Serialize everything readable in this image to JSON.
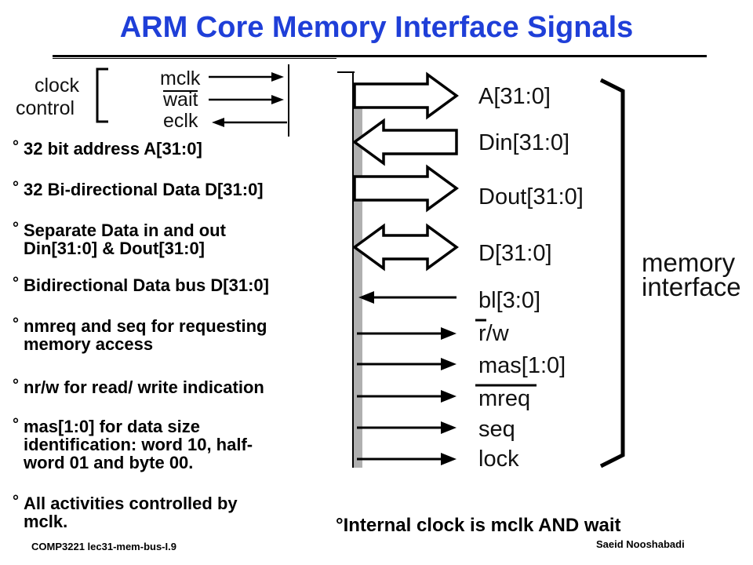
{
  "title": "ARM Core Memory Interface Signals",
  "clock_group": {
    "label_line1": "clock",
    "label_line2": "control",
    "signals": [
      "mclk",
      "wait",
      "eclk"
    ]
  },
  "bus_signals": [
    "A[31:0]",
    "Din[31:0]",
    "Dout[31:0]",
    "D[31:0]",
    "bl[3:0]",
    "r/w",
    "mas[1:0]",
    "mreq",
    "seq",
    "lock"
  ],
  "memory_label": {
    "line1": "memory",
    "line2": "interface"
  },
  "bullets": [
    {
      "mark": "°",
      "lines": [
        "32 bit address A[31:0]"
      ]
    },
    {
      "mark": "°",
      "lines": [
        "32 Bi-directional Data D[31:0]"
      ]
    },
    {
      "mark": "°",
      "lines": [
        "Separate Data in and out",
        "Din[31:0] & Dout[31:0]"
      ]
    },
    {
      "mark": "°",
      "lines": [
        "Bidirectional Data bus D[31:0]"
      ]
    },
    {
      "mark": "°",
      "lines": [
        "nmreq and seq for requesting",
        "memory access"
      ]
    },
    {
      "mark": "°",
      "lines": [
        "nr/w for read/ write indication"
      ]
    },
    {
      "mark": "°",
      "lines": [
        "mas[1:0] for data size",
        "identification: word 10, half-",
        "word 01 and byte 00."
      ]
    },
    {
      "mark": "°",
      "lines": [
        "All activities controlled by",
        "mclk."
      ]
    }
  ],
  "bottom_note": "°Internal clock is mclk AND wait",
  "footer": {
    "left": "COMP3221  lec31-mem-bus-I.9",
    "right": "Saeid Nooshabadi"
  },
  "colors": {
    "title": "#1f3fd8",
    "bar": "#b0b0b0"
  }
}
